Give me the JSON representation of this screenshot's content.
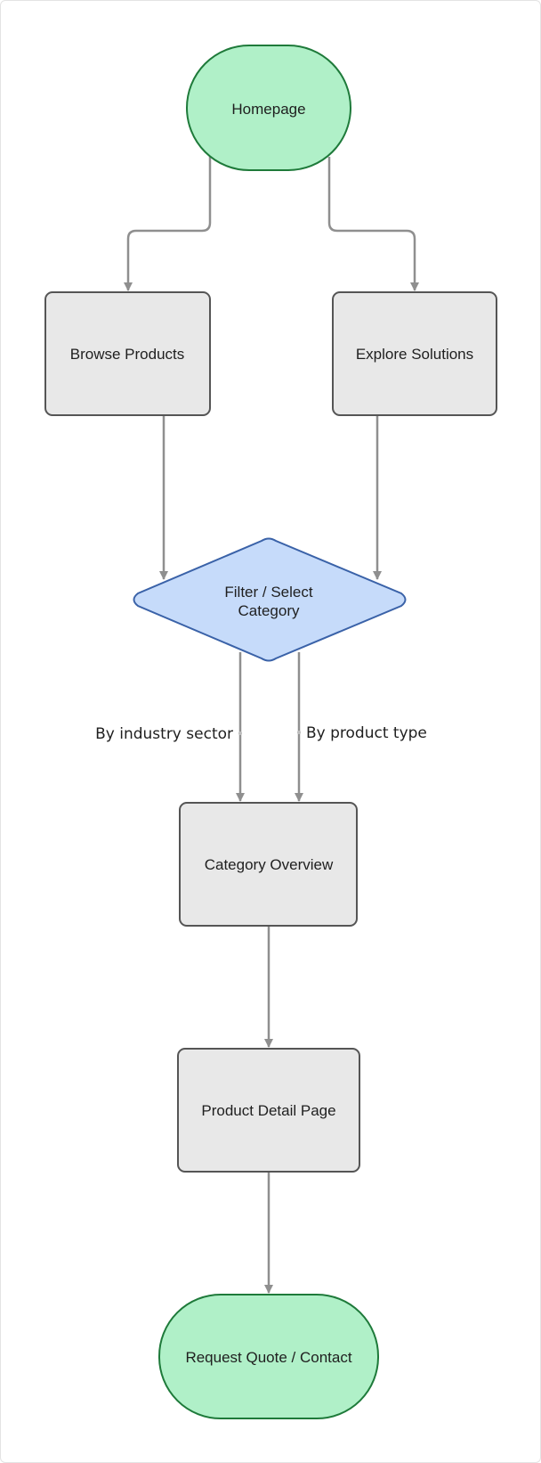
{
  "nodes": {
    "homepage": "Homepage",
    "browse_products": "Browse Products",
    "explore_solutions": "Explore Solutions",
    "filter_line1": "Filter / Select",
    "filter_line2": "Category",
    "category_overview": "Category Overview",
    "product_detail": "Product Detail Page",
    "request_quote": "Request Quote / Contact"
  },
  "edge_labels": {
    "by_industry": "By industry sector",
    "by_product": "By product type"
  },
  "colors": {
    "terminal_fill": "#b0f0c8",
    "terminal_stroke": "#1e7a3a",
    "process_fill": "#e8e8e8",
    "process_stroke": "#555555",
    "decision_fill": "#c6dbfa",
    "decision_stroke": "#3a62a8",
    "edge": "#8f8f8f"
  }
}
